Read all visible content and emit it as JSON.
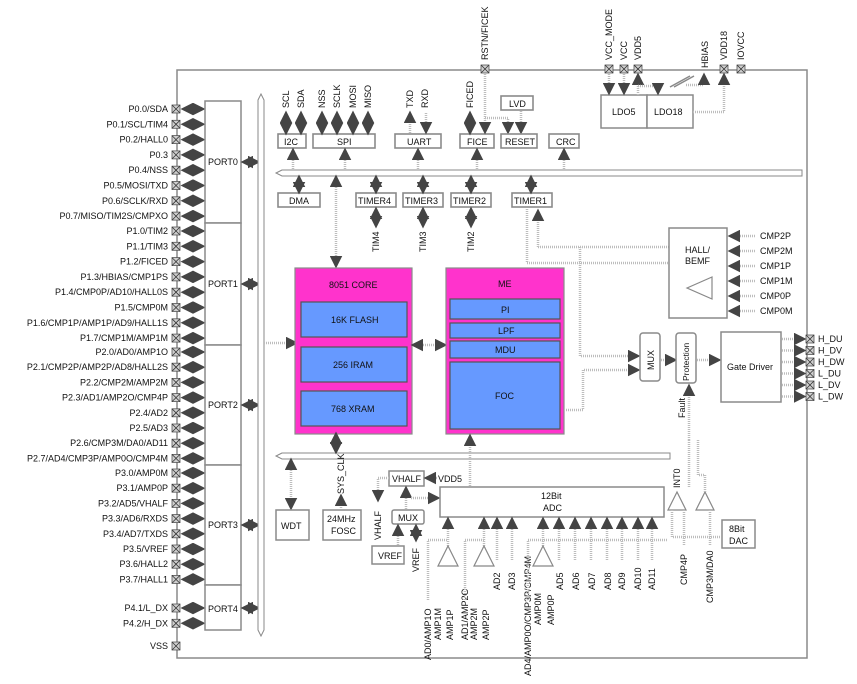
{
  "left_pins": {
    "port0": [
      "P0.0/SDA",
      "P0.1/SCL/TIM4",
      "P0.2/HALL0",
      "P0.3",
      "P0.4/NSS",
      "P0.5/MOSI/TXD",
      "P0.6/SCLK/RXD",
      "P0.7/MISO/TIM2S/CMPXO"
    ],
    "port1": [
      "P1.0/TIM2",
      "P1.1/TIM3",
      "P1.2/FICED",
      "P1.3/HBIAS/CMP1PS",
      "P1.4/CMP0P/AD10/HALL0S",
      "P1.5/CMP0M",
      "P1.6/CMP1P/AMP1P/AD9/HALL1S",
      "P1.7/CMP1M/AMP1M"
    ],
    "port2": [
      "P2.0/AD0/AMP1O",
      "P2.1/CMP2P/AMP2P/AD8/HALL2S",
      "P2.2/CMP2M/AMP2M",
      "P2.3/AD1/AMP2O/CMP4P",
      "P2.4/AD2",
      "P2.5/AD3",
      "P2.6/CMP3M/DA0/AD11",
      "P2.7/AD4/CMP3P/AMP0O/CMP4M"
    ],
    "port3": [
      "P3.0/AMP0M",
      "P3.1/AMP0P",
      "P3.2/AD5/VHALF",
      "P3.3/AD6/RXDS",
      "P3.4/AD7/TXDS",
      "P3.5/VREF",
      "P3.6/HALL2",
      "P3.7/HALL1"
    ],
    "port4": [
      "P4.1/L_DX",
      "P4.2/H_DX"
    ],
    "vss": "VSS"
  },
  "ports": [
    "PORT0",
    "PORT1",
    "PORT2",
    "PORT3",
    "PORT4"
  ],
  "top_pins": {
    "rstn": "RSTN/FICEK",
    "vcc_mode": "VCC_MODE",
    "vcc": "VCC",
    "vdd5": "VDD5",
    "hbias": "HBIAS",
    "vdd18": "VDD18",
    "iovcc": "IOVCC"
  },
  "peripherals": {
    "i2c": {
      "label": "I2C",
      "signals": [
        "SCL",
        "SDA"
      ]
    },
    "spi": {
      "label": "SPI",
      "signals": [
        "NSS",
        "SCLK",
        "MOSI",
        "MISO"
      ]
    },
    "uart": {
      "label": "UART",
      "signals": [
        "TXD",
        "RXD"
      ]
    },
    "fice": {
      "label": "FICE",
      "signals": [
        "FICED"
      ]
    },
    "lvd": "LVD",
    "reset": "RESET",
    "crc": "CRC",
    "ldo5": "LDO5",
    "ldo18": "LDO18",
    "dma": "DMA",
    "timers": [
      {
        "label": "TIMER4",
        "signal": "TIM4"
      },
      {
        "label": "TIMER3",
        "signal": "TIM3"
      },
      {
        "label": "TIMER2",
        "signal": "TIM2"
      },
      {
        "label": "TIMER1",
        "signal": ""
      }
    ]
  },
  "core": {
    "title": "8051 CORE",
    "blocks": [
      "16K FLASH",
      "256 IRAM",
      "768 XRAM"
    ]
  },
  "me": {
    "title": "ME",
    "blocks": [
      "PI",
      "LPF",
      "MDU",
      "FOC"
    ]
  },
  "hall": {
    "label_line1": "HALL/",
    "label_line2": "BEMF",
    "inputs": [
      "CMP2P",
      "CMP2M",
      "CMP1P",
      "CMP1M",
      "CMP0P",
      "CMP0M"
    ]
  },
  "drive": {
    "mux": "MUX",
    "protection": "Protection",
    "fault": "Fault",
    "gate_driver": "Gate Driver",
    "outputs": [
      "H_DU",
      "H_DV",
      "H_DW",
      "L_DU",
      "L_DV",
      "L_DW"
    ]
  },
  "bottom": {
    "wdt": "WDT",
    "fosc_line1": "24MHz",
    "fosc_line2": "FOSC",
    "sys_clk": "SYS_CLK",
    "vhalf_box": "VHALF",
    "vdd5": "VDD5",
    "vhalf_sig": "VHALF",
    "mux": "MUX",
    "vref_box": "VREF",
    "vref_sig": "VREF",
    "adc_line1": "12Bit",
    "adc_line2": "ADC",
    "int0": "INT0",
    "dac_line1": "8Bit",
    "dac_line2": "DAC",
    "adc_inputs": [
      "AD0/AMP1O",
      "AMP1M",
      "AMP1P",
      "AD1/AMP2O",
      "AMP2M",
      "AMP2P",
      "AD2",
      "AD3",
      "AD4/AMP0O/CMP3P/CMP4M",
      "AMP0M",
      "AMP0P",
      "AD5",
      "AD6",
      "AD7",
      "AD8",
      "AD9",
      "AD10",
      "AD11"
    ],
    "cmp_inputs": [
      "CMP4P",
      "CMP3M/DA0"
    ]
  },
  "colors": {
    "core_bg": "#ff33cc",
    "block_bg": "#6699ff",
    "line": "#8a8a8a"
  }
}
